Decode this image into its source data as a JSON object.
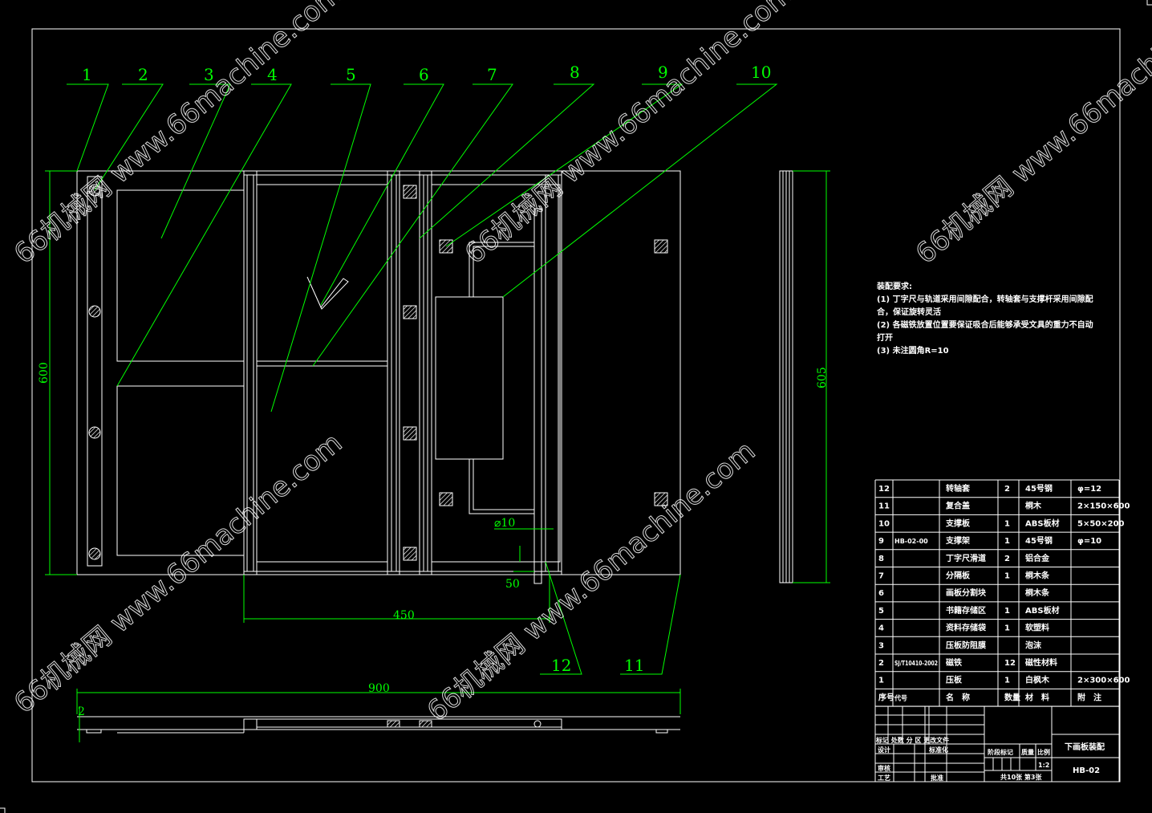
{
  "part_labels": [
    "1",
    "2",
    "3",
    "4",
    "5",
    "6",
    "7",
    "8",
    "9",
    "10",
    "11",
    "12"
  ],
  "dimensions": {
    "height_left": "600",
    "width_450": "450",
    "width_900": "900",
    "height_side": "605",
    "diameter": "⌀10",
    "offset_50": "50",
    "thickness": "2"
  },
  "notes": {
    "title": "装配要求:",
    "lines": [
      "(1) 丁字尺与轨道采用间隙配合，转轴套与支撑杆采用间隙配",
      "合，保证旋转灵活",
      "(2) 各磁铁放置位置要保证吸合后能够承受文具的重力不自动",
      "打开",
      "(3) 未注圆角R=10"
    ]
  },
  "bom": {
    "rows": [
      {
        "no": "12",
        "code": "",
        "name": "转轴套",
        "qty": "2",
        "material": "45号钢",
        "note": "φ=12"
      },
      {
        "no": "11",
        "code": "",
        "name": "复合盖",
        "qty": "",
        "material": "桐木",
        "note": "2×150×600"
      },
      {
        "no": "10",
        "code": "",
        "name": "支撑板",
        "qty": "1",
        "material": "ABS板材",
        "note": "5×50×200"
      },
      {
        "no": "9",
        "code": "HB-02-00",
        "name": "支撑架",
        "qty": "1",
        "material": "45号钢",
        "note": "φ=10"
      },
      {
        "no": "8",
        "code": "",
        "name": "丁字尺滑道",
        "qty": "2",
        "material": "铝合金",
        "note": ""
      },
      {
        "no": "7",
        "code": "",
        "name": "分隔板",
        "qty": "1",
        "material": "桐木条",
        "note": ""
      },
      {
        "no": "6",
        "code": "",
        "name": "画板分割块",
        "qty": "",
        "material": "桐木条",
        "note": ""
      },
      {
        "no": "5",
        "code": "",
        "name": "书籍存储区",
        "qty": "1",
        "material": "ABS板材",
        "note": ""
      },
      {
        "no": "4",
        "code": "",
        "name": "资料存储袋",
        "qty": "1",
        "material": "软塑料",
        "note": ""
      },
      {
        "no": "3",
        "code": "",
        "name": "压板防阻膜",
        "qty": "",
        "material": "泡沫",
        "note": ""
      },
      {
        "no": "2",
        "code": "SJ/T10410-2002",
        "name": "磁铁",
        "qty": "12",
        "material": "磁性材料",
        "note": ""
      },
      {
        "no": "1",
        "code": "",
        "name": "压板",
        "qty": "1",
        "material": "白枫木",
        "note": "2×300×600"
      }
    ],
    "header": {
      "no": "序号",
      "code": "代号",
      "name": "名　称",
      "qty": "数量",
      "material": "材　料",
      "note": "附　注"
    }
  },
  "title_block": {
    "revision_row": "标记 处数 分 区 更改文件",
    "design": "设计",
    "standardize": "标准化",
    "review": "审核",
    "process": "工艺",
    "approve": "批准",
    "stage_mark": "阶段标记",
    "weight": "质量",
    "scale_label": "比例",
    "scale": "1:2",
    "sheets": "共10张 第3张",
    "drawing_name": "下画板装配",
    "drawing_no": "HB-02"
  },
  "watermark": "66机械网 www.66machine.com"
}
